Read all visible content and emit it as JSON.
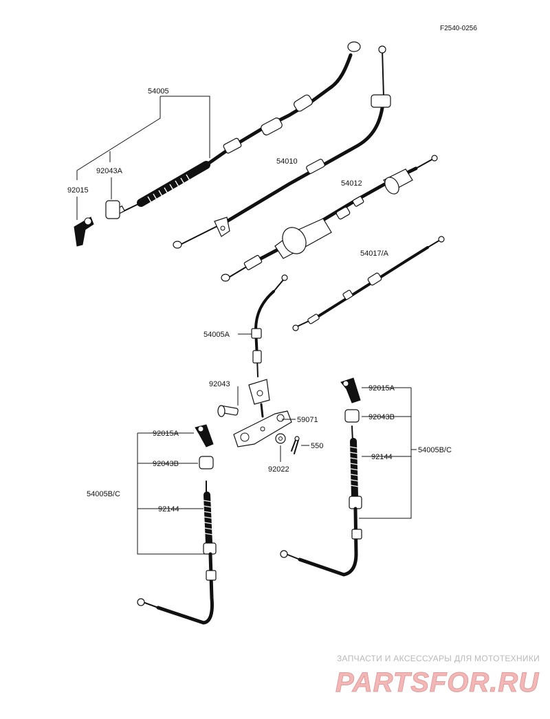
{
  "figure_code": "F2540-0256",
  "labels": {
    "p54005": "54005",
    "p92043A": "92043A",
    "p92015": "92015",
    "p54010": "54010",
    "p54012": "54012",
    "p54017A": "54017/A",
    "p54005A": "54005A",
    "p92043": "92043",
    "p59071": "59071",
    "p550": "550",
    "p92022": "92022",
    "p92015A_left": "92015A",
    "p92043B_left": "92043B",
    "p54005BC_left": "54005B/C",
    "p92144_left": "92144",
    "p92015A_right": "92015A",
    "p92043B_right": "92043B",
    "p92144_right": "92144",
    "p54005BC_right": "54005B/C"
  },
  "watermark": {
    "subtitle": "ЗАПЧАСТИ И АКСЕССУАРЫ ДЛЯ МОТОТЕХНИКИ",
    "logo": "PARTSFOR.RU"
  }
}
